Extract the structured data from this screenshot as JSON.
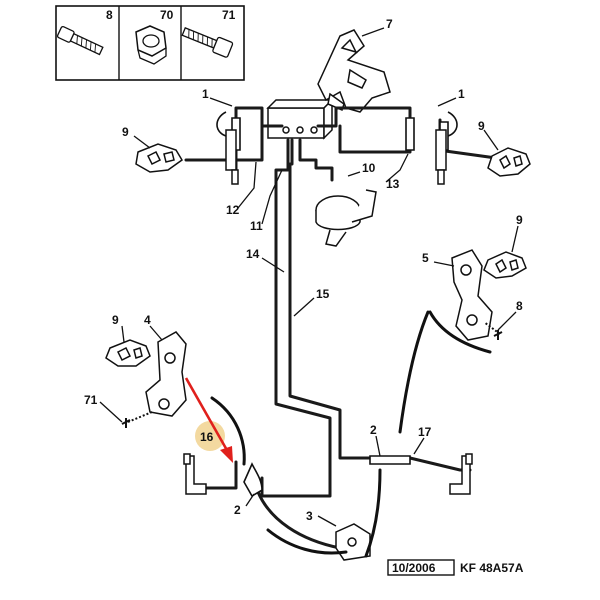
{
  "parts_box": [
    {
      "number": "8"
    },
    {
      "number": "70"
    },
    {
      "number": "71"
    }
  ],
  "labels": {
    "l1_left": "1",
    "l1_right": "1",
    "l2_mid": "2",
    "l2_bottom": "2",
    "l3": "3",
    "l4": "4",
    "l5": "5",
    "l7": "7",
    "l8": "8",
    "l9_tl": "9",
    "l9_tr": "9",
    "l9_mr": "9",
    "l9_ml": "9",
    "l10": "10",
    "l11": "11",
    "l12": "12",
    "l13": "13",
    "l14": "14",
    "l15": "15",
    "l16": "16",
    "l17": "17",
    "l71": "71"
  },
  "footer": {
    "date": "10/2006",
    "ref": "KF 48A57A"
  },
  "colors": {
    "line": "#1a1a1a",
    "arrow": "#e0201c",
    "highlight": "#f3d9a0"
  }
}
